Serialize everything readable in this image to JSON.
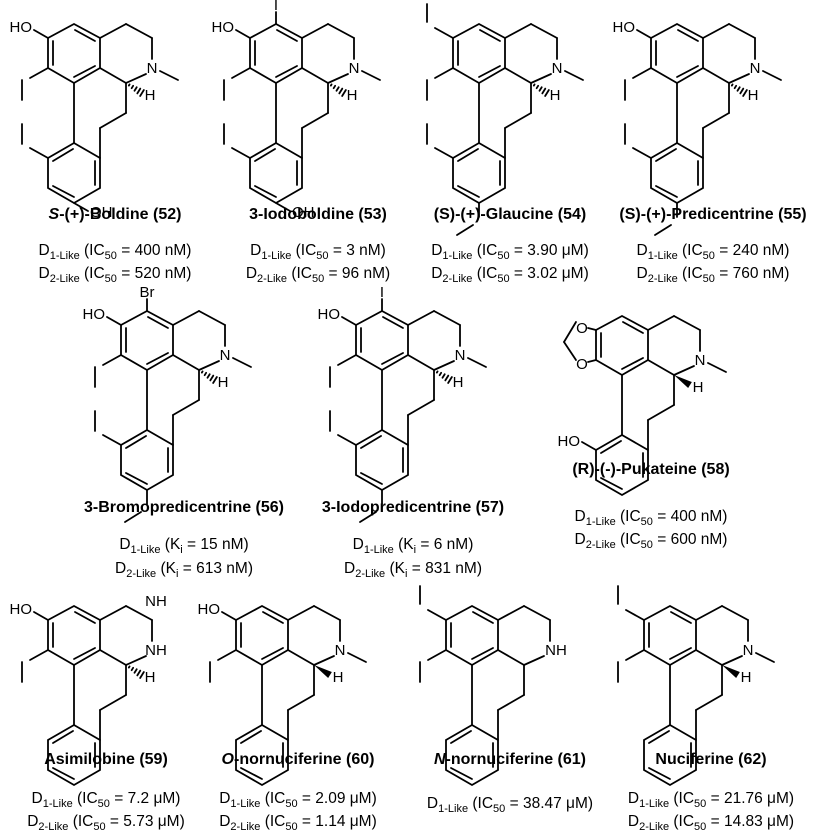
{
  "compounds": [
    {
      "id": "c52",
      "prefix": "S",
      "name": "-(+)-Boldine (52)",
      "acts": [
        [
          "D",
          "1-Like",
          "IC",
          "50",
          " = 400 nM"
        ],
        [
          "D",
          "2-Like",
          "IC",
          "50",
          " = 520 nM"
        ]
      ]
    },
    {
      "id": "c53",
      "prefix": "",
      "name": "3-Iodoboldine (53)",
      "acts": [
        [
          "D",
          "1-Like",
          "IC",
          "50",
          " = 3 nM"
        ],
        [
          "D",
          "2-Like",
          "IC",
          "50",
          " = 96 nM"
        ]
      ]
    },
    {
      "id": "c54",
      "prefix": "",
      "name": "(S)-(+)-Glaucine (54)",
      "acts": [
        [
          "D",
          "1-Like",
          "IC",
          "50",
          " = 3.90 μM"
        ],
        [
          "D",
          "2-Like",
          "IC",
          "50",
          " = 3.02 μM"
        ]
      ]
    },
    {
      "id": "c55",
      "prefix": "",
      "name": "(S)-(+)-Predicentrine (55)",
      "acts": [
        [
          "D",
          "1-Like",
          "IC",
          "50",
          " = 240 nM"
        ],
        [
          "D",
          "2-Like",
          "IC",
          "50",
          " = 760 nM"
        ]
      ]
    },
    {
      "id": "c56",
      "prefix": "",
      "name": "3-Bromopredicentrine (56)",
      "acts": [
        [
          "D",
          "1-Like",
          "K",
          "i",
          " = 15 nM"
        ],
        [
          "D",
          "2-Like",
          "K",
          "i",
          " = 613 nM"
        ]
      ]
    },
    {
      "id": "c57",
      "prefix": "",
      "name": "3-Iodopredicentrine (57)",
      "acts": [
        [
          "D",
          "1-Like",
          "K",
          "i",
          " = 6 nM"
        ],
        [
          "D",
          "2-Like",
          "K",
          "i",
          " = 831 nM"
        ]
      ]
    },
    {
      "id": "c58",
      "prefix": "",
      "name": "(R)-(-)-Pukateine (58)",
      "acts": [
        [
          "D",
          "1-Like",
          "IC",
          "50",
          " = 400 nM"
        ],
        [
          "D",
          "2-Like",
          "IC",
          "50",
          " = 600 nM"
        ]
      ]
    },
    {
      "id": "c59",
      "prefix": "",
      "name": "Asimilobine (59)",
      "acts": [
        [
          "D",
          "1-Like",
          "IC",
          "50",
          " =  7.2 μM"
        ],
        [
          "D",
          "2-Like",
          "IC",
          "50",
          " = 5.73 μM"
        ]
      ]
    },
    {
      "id": "c60",
      "prefix": "O",
      "name": "-nornuciferine (60)",
      "acts": [
        [
          "D",
          "1-Like",
          "IC",
          "50",
          " = 2.09 μM"
        ],
        [
          "D",
          "2-Like",
          "IC",
          "50",
          " = 1.14 μM"
        ]
      ]
    },
    {
      "id": "c61",
      "prefix": "N",
      "name": "-nornuciferine (61)",
      "acts": [
        [
          "D",
          "1-Like",
          "IC",
          "50",
          " = 38.47 μM"
        ]
      ]
    },
    {
      "id": "c62",
      "prefix": "",
      "name": "Nuciferine (62)",
      "acts": [
        [
          "D",
          "1-Like",
          "IC",
          "50",
          " = 21.76 μM"
        ],
        [
          "D",
          "2-Like",
          "IC",
          "50",
          " = 14.83 μM"
        ]
      ]
    }
  ],
  "atoms": {
    "HO": "HO",
    "OH": "OH",
    "N": "N",
    "H": "H",
    "NH": "NH",
    "I": "I",
    "Br": "Br"
  }
}
